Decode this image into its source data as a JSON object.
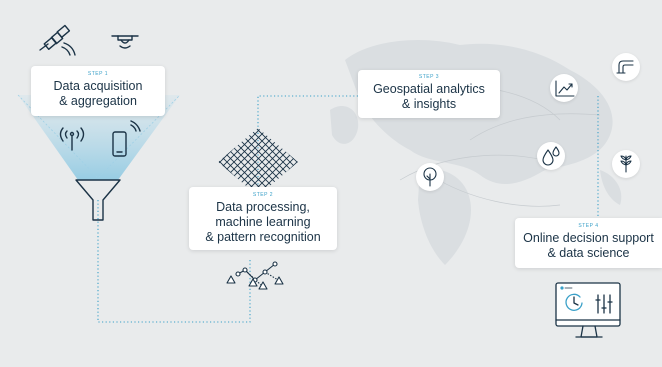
{
  "steps": [
    {
      "step_label": "STEP 1",
      "title_lines": [
        "Data acquisition",
        "& aggregation"
      ]
    },
    {
      "step_label": "STEP 2",
      "title_lines": [
        "Data processing,",
        "machine learning",
        "& pattern recognition"
      ]
    },
    {
      "step_label": "STEP 3",
      "title_lines": [
        "Geospatial analytics",
        "& insights"
      ]
    },
    {
      "step_label": "STEP 4",
      "title_lines": [
        "Online decision support",
        "& data science"
      ]
    }
  ],
  "icons": {
    "step1": [
      "satellite-icon",
      "drone-icon",
      "radio-tower-icon",
      "smartphone-icon",
      "funnel-icon"
    ],
    "step2": [
      "net-mesh-icon",
      "network-graph-icon"
    ],
    "step3": [
      "trend-chart-icon",
      "pipe-icon",
      "water-drop-icon",
      "wheat-icon",
      "tree-icon"
    ],
    "step4": [
      "monitor-dashboard-icon"
    ]
  },
  "colors": {
    "background": "#e9ebec",
    "map": "#d8dcdf",
    "accent": "#3aa0c8",
    "text": "#1b3346",
    "icon": "#1b3346"
  }
}
